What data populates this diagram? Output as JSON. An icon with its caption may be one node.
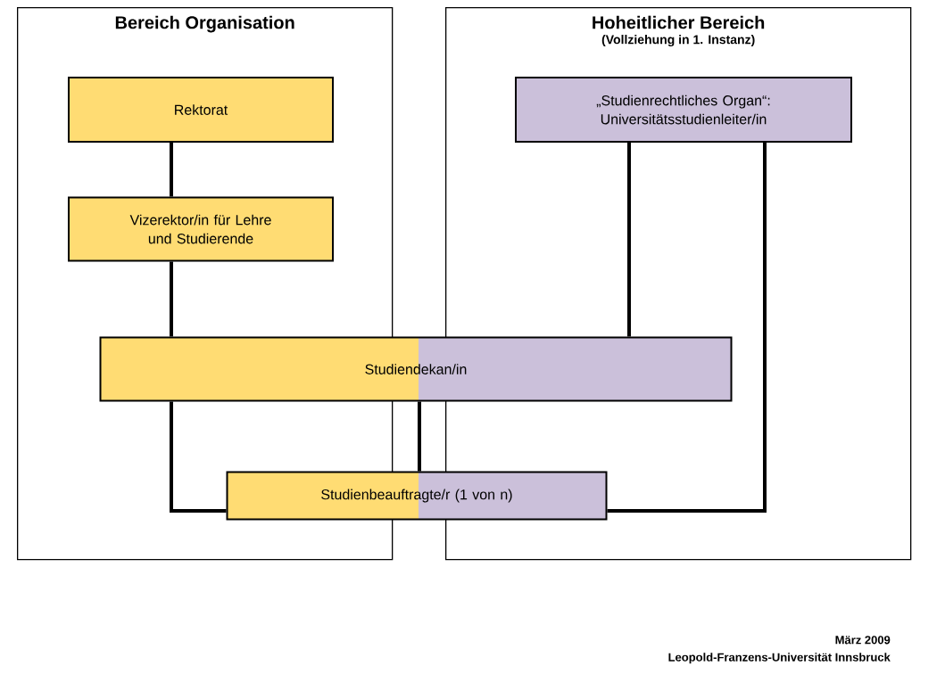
{
  "diagram": {
    "nodes": [
      {
        "text": [
          "Bereich Organisation"
        ]
      },
      {
        "text": [
          "Rektorat"
        ],
        "in": 0
      },
      {
        "text": [
          "Vizerektor/in für Lehre und Studierende"
        ],
        "in": 0
      },
      {
        "text": [
          "Hoheitlicher Bereich",
          "(Vollziehung in 1. Instanz)"
        ]
      },
      {
        "text": [
          "„Studienrechtliches Organ“: Universitätsstudienleiter/in"
        ],
        "in": 3
      },
      {
        "text": [
          "Studiendekan/in"
        ]
      },
      {
        "text": [
          "Studienbeauftragte/r (1 von n)"
        ]
      }
    ],
    "edges": [
      {
        "from": 1,
        "to": 2,
        "arrow": "none"
      },
      {
        "from": 2,
        "to": 5,
        "arrow": "none"
      },
      {
        "from": 4,
        "to": 5,
        "arrow": "none"
      },
      {
        "from": 4,
        "to": 6,
        "arrow": "none"
      },
      {
        "from": 5,
        "to": 6,
        "arrow": "none"
      },
      {
        "from": 5,
        "to": 6,
        "arrow": "none"
      }
    ],
    "labels": [
      "März 2009",
      "Leopold-Franzens-Universität Innsbruck"
    ]
  }
}
